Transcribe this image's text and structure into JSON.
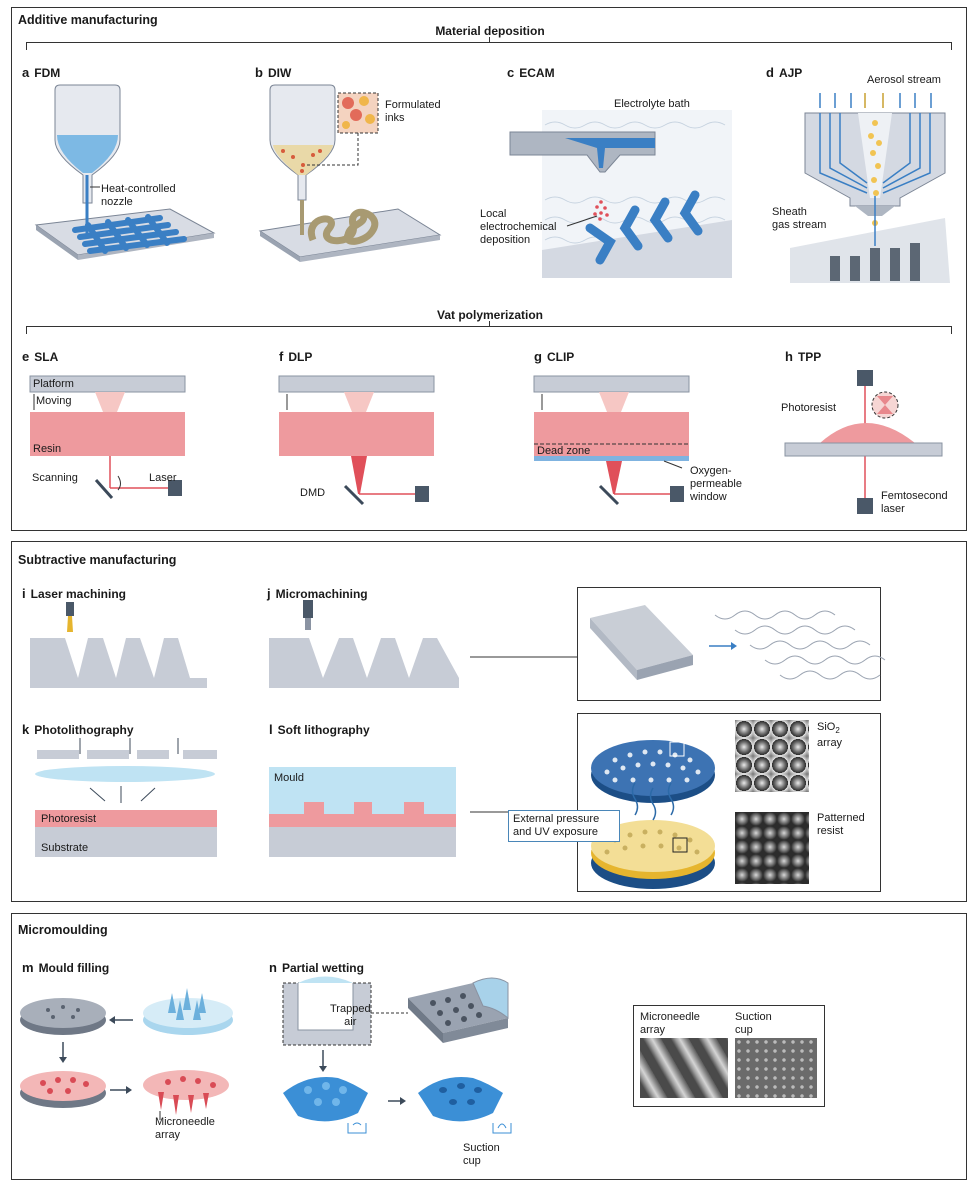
{
  "sections": {
    "additive": "Additive manufacturing",
    "subtractive": "Subtractive manufacturing",
    "micromoulding": "Micromoulding"
  },
  "groups": {
    "material_deposition": "Material deposition",
    "vat_polymerization": "Vat polymerization"
  },
  "panels": {
    "a": {
      "letter": "a",
      "title": "FDM",
      "labels": [
        "Heat-controlled",
        "nozzle"
      ]
    },
    "b": {
      "letter": "b",
      "title": "DIW",
      "labels": [
        "Formulated",
        "inks"
      ]
    },
    "c": {
      "letter": "c",
      "title": "ECAM",
      "labels": [
        "Electrolyte bath",
        "Local",
        "electrochemical",
        "deposition"
      ]
    },
    "d": {
      "letter": "d",
      "title": "AJP",
      "labels": [
        "Aerosol stream",
        "Sheath",
        "gas stream"
      ]
    },
    "e": {
      "letter": "e",
      "title": "SLA",
      "labels": [
        "Platform",
        "Moving",
        "Resin",
        "Scanning",
        "Laser"
      ]
    },
    "f": {
      "letter": "f",
      "title": "DLP",
      "labels": [
        "DMD"
      ]
    },
    "g": {
      "letter": "g",
      "title": "CLIP",
      "labels": [
        "Dead zone",
        "Oxygen-",
        "permeable",
        "window"
      ]
    },
    "h": {
      "letter": "h",
      "title": "TPP",
      "labels": [
        "Photoresist",
        "Femtosecond",
        "laser"
      ]
    },
    "i": {
      "letter": "i",
      "title": "Laser machining"
    },
    "j": {
      "letter": "j",
      "title": "Micromachining"
    },
    "k": {
      "letter": "k",
      "title": "Photolithography",
      "labels": [
        "Photoresist",
        "Substrate"
      ]
    },
    "l": {
      "letter": "l",
      "title": "Soft lithography",
      "labels": [
        "Mould"
      ]
    },
    "m": {
      "letter": "m",
      "title": "Mould filling",
      "labels": [
        "Microneedle",
        "array"
      ]
    },
    "n": {
      "letter": "n",
      "title": "Partial wetting",
      "labels": [
        "Trapped",
        "air",
        "Suction",
        "cup"
      ]
    }
  },
  "soft_litho_result": {
    "top": [
      "SiO",
      "2",
      "array"
    ],
    "bottom": [
      "Patterned",
      "resist"
    ],
    "callout": [
      "External pressure",
      "and UV exposure"
    ]
  },
  "micromoulding_result": {
    "left": [
      "Microneedle",
      "array"
    ],
    "right": [
      "Suction",
      "cup"
    ]
  },
  "colors": {
    "blue": "#3a7fc4",
    "light_blue": "#bfe3f3",
    "resin": "#ee9a9e",
    "grey": "#c7ccd6",
    "dark": "#3c4a5a"
  }
}
